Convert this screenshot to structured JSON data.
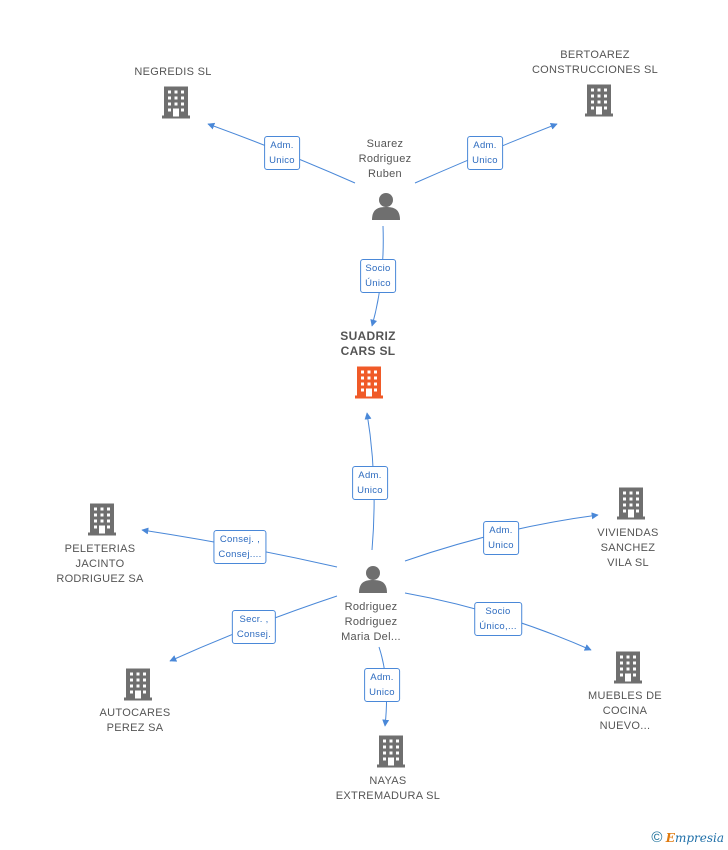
{
  "nodes": {
    "negredis": {
      "label": "NEGREDIS SL"
    },
    "bertoarez": {
      "label": "BERTOAREZ\nCONSTRUCCIONES SL"
    },
    "suarez": {
      "label": "Suarez\nRodriguez\nRuben"
    },
    "suadriz": {
      "label": "SUADRIZ\nCARS SL"
    },
    "peleterias": {
      "label": "PELETERIAS\nJACINTO\nRODRIGUEZ SA"
    },
    "viviendas": {
      "label": "VIVIENDAS\nSANCHEZ\nVILA SL"
    },
    "rodriguez": {
      "label": "Rodriguez\nRodriguez\nMaria Del..."
    },
    "autocares": {
      "label": "AUTOCARES\nPEREZ SA"
    },
    "muebles": {
      "label": "MUEBLES DE\nCOCINA\nNUEVO..."
    },
    "nayas": {
      "label": "NAYAS\nEXTREMADURA SL"
    }
  },
  "edges": {
    "e_negredis": "Adm.\nUnico",
    "e_bertoarez": "Adm.\nUnico",
    "e_suadriz_suarez": "Socio\nÚnico",
    "e_suadriz_rodriguez": "Adm.\nUnico",
    "e_peleterias": "Consej. ,\nConsej....",
    "e_viviendas": "Adm.\nUnico",
    "e_autocares": "Secr. ,\nConsej.",
    "e_muebles": "Socio\nÚnico,...",
    "e_nayas": "Adm.\nUnico"
  },
  "colors": {
    "edge": "#4a88d8",
    "building": "#6f6f6f",
    "building_focus": "#f05a28",
    "person": "#6f6f6f"
  },
  "footer": {
    "copyright": "©",
    "brand_e": "E",
    "brand_rest": "mpresia"
  }
}
